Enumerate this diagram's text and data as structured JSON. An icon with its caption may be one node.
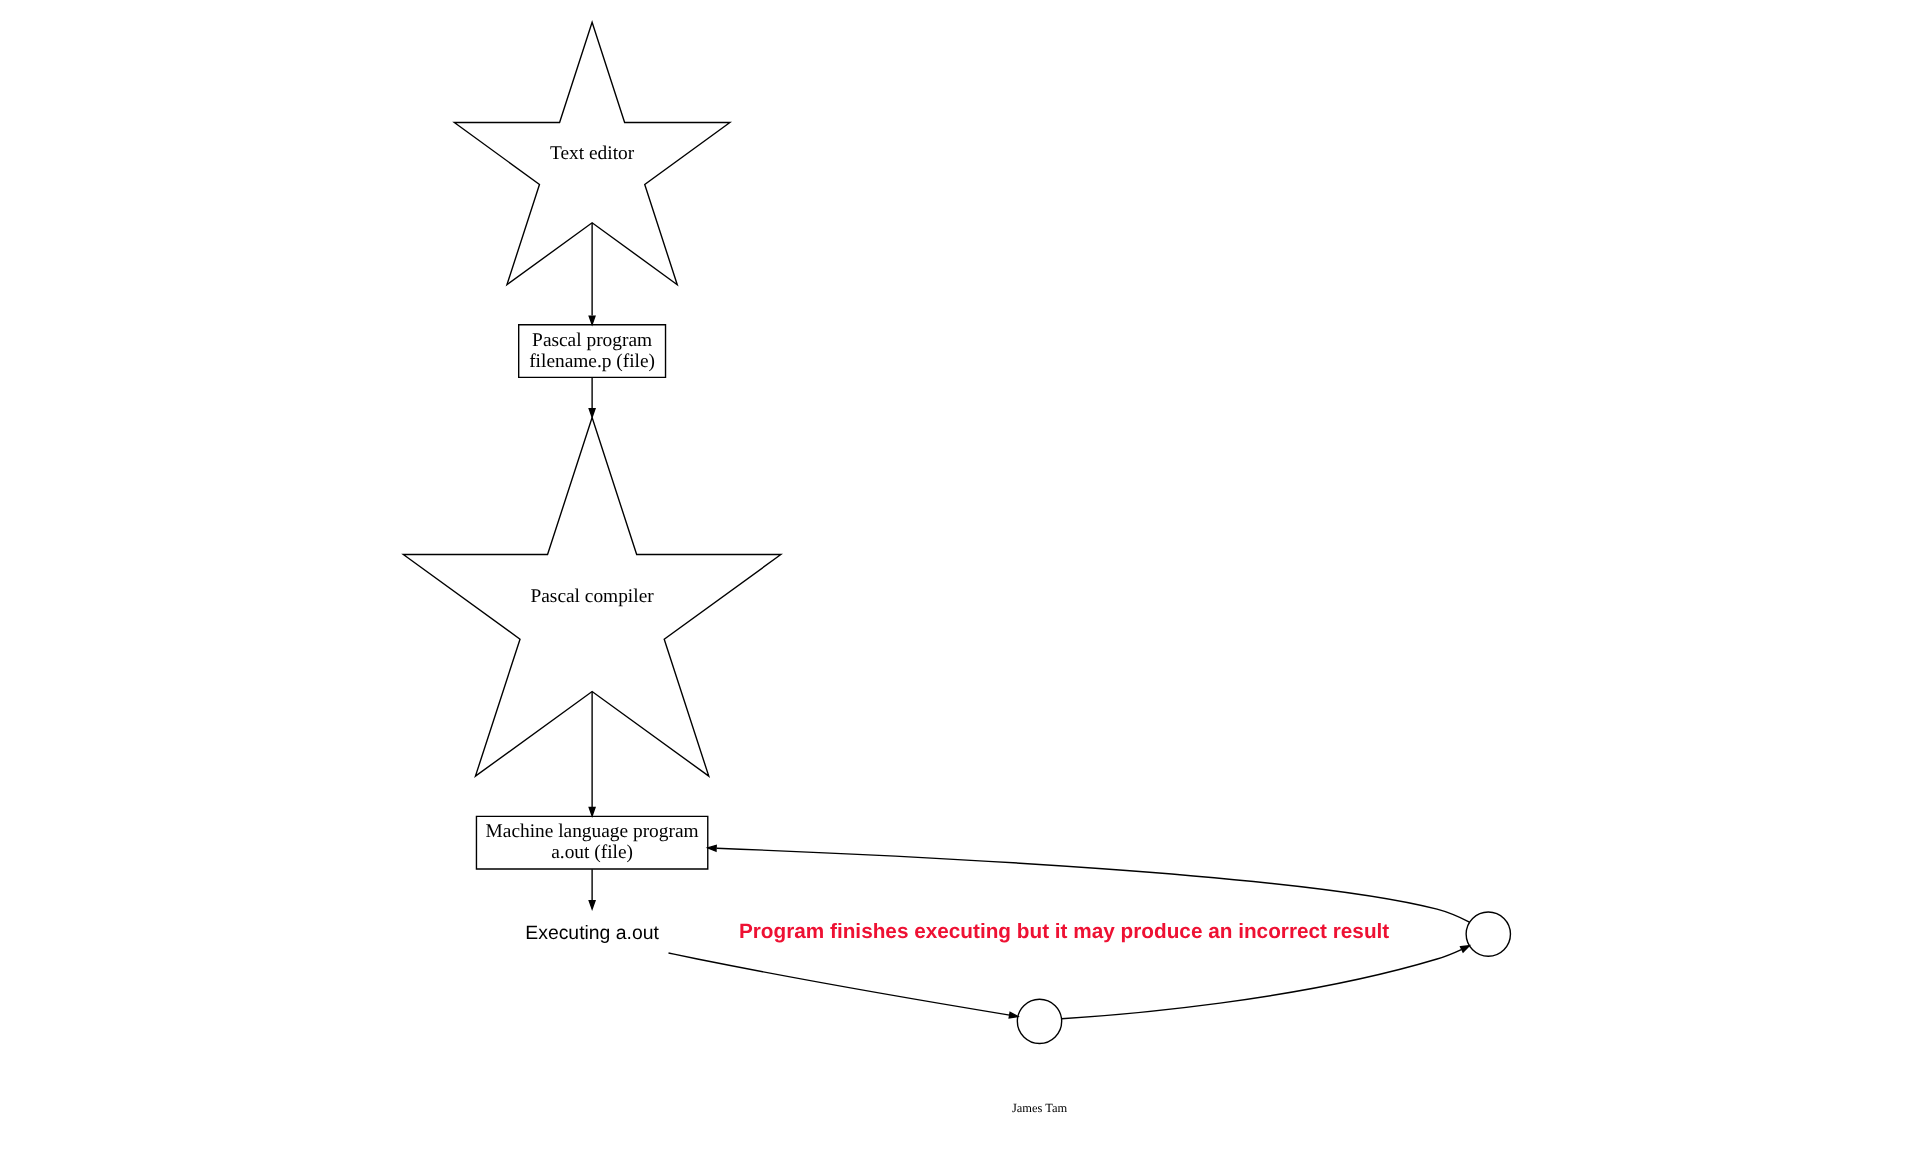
{
  "diagram": {
    "nodes": [
      {
        "text": [
          "Text editor"
        ]
      },
      {
        "text": [
          "Pascal program",
          "filename.p (file)"
        ]
      },
      {
        "text": [
          "Pascal compiler"
        ]
      },
      {
        "text": [
          "Machine language program",
          "a.out (file)"
        ]
      },
      {
        "text": [
          "Executing a.out"
        ]
      },
      {
        "text": [],
        "shape": "circle"
      },
      {
        "text": [],
        "shape": "circle"
      }
    ],
    "edges": [
      {
        "from": 0,
        "to": 1,
        "arrow": "to"
      },
      {
        "from": 1,
        "to": 2,
        "arrow": "to"
      },
      {
        "from": 2,
        "to": 3,
        "arrow": "to"
      },
      {
        "from": 3,
        "to": 4,
        "arrow": "to"
      },
      {
        "from": 4,
        "to": 5,
        "arrow": "to"
      },
      {
        "from": 5,
        "to": 6,
        "arrow": "to"
      },
      {
        "from": 6,
        "to": 3,
        "arrow": "to"
      }
    ],
    "labels": [
      "Program finishes executing but it may produce an incorrect result",
      "James Tam"
    ]
  }
}
